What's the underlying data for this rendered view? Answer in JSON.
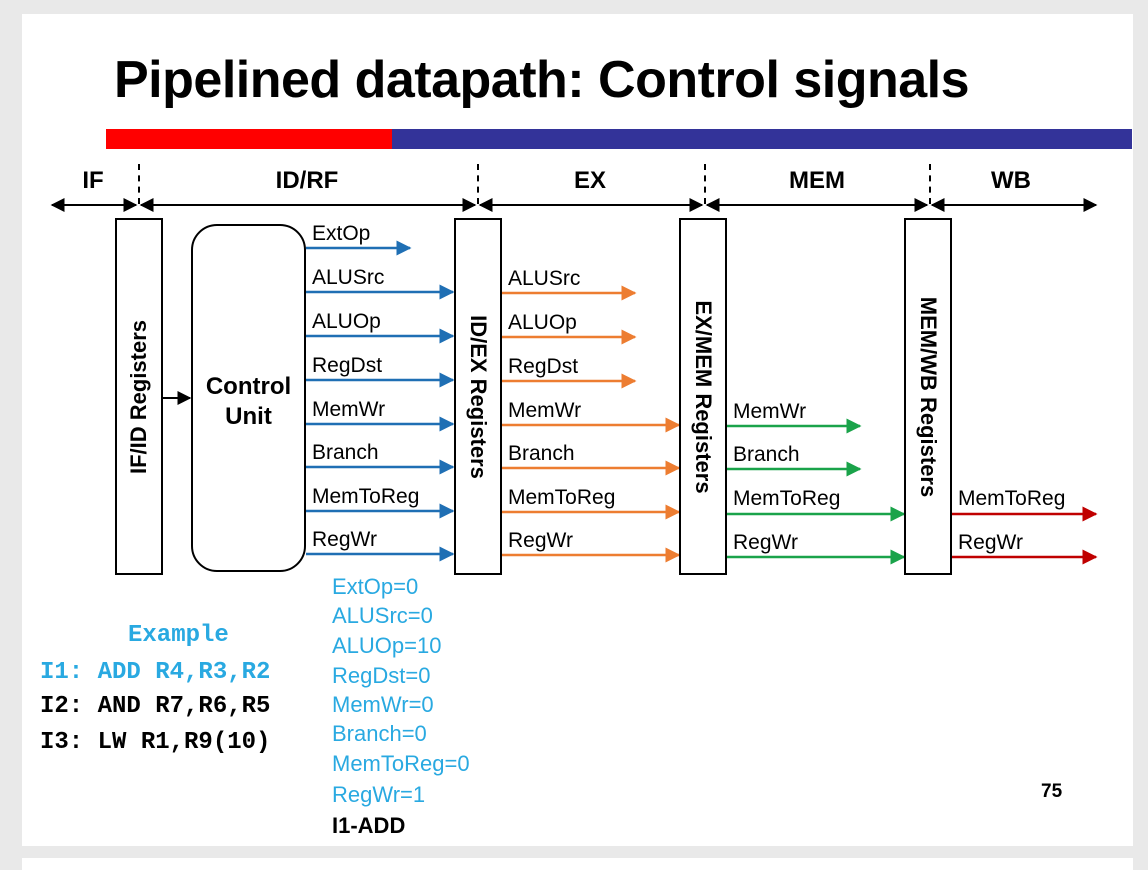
{
  "title": "Pipelined datapath: Control signals",
  "colors": {
    "bar_red": "#ff0000",
    "bar_blue": "#333399",
    "id_signals": "#1f6fb4",
    "ex_signals": "#ed7d31",
    "mem_signals": "#1aa34a",
    "wb_signals": "#c00000",
    "example": "#29a9e1"
  },
  "stages": [
    "IF",
    "ID/RF",
    "EX",
    "MEM",
    "WB"
  ],
  "registers": {
    "if_id": "IF/ID Registers",
    "id_ex": "ID/EX Registers",
    "ex_mem": "EX/MEM Registers",
    "mem_wb": "MEM/WB Registers"
  },
  "control_unit": {
    "line1": "Control",
    "line2": "Unit"
  },
  "id_signals": [
    "ExtOp",
    "ALUSrc",
    "ALUOp",
    "RegDst",
    "MemWr",
    "Branch",
    "MemToReg",
    "RegWr"
  ],
  "ex_signals": [
    "ALUSrc",
    "ALUOp",
    "RegDst",
    "MemWr",
    "Branch",
    "MemToReg",
    "RegWr"
  ],
  "mem_signals": [
    "MemWr",
    "Branch",
    "MemToReg",
    "RegWr"
  ],
  "wb_signals": [
    "MemToReg",
    "RegWr"
  ],
  "example": {
    "title": "Example",
    "instructions": [
      "I1: ADD R4,R3,R2",
      "I2: AND R7,R6,R5",
      "I3: LW R1,R9(10)"
    ]
  },
  "control_values": [
    "ExtOp=0",
    "ALUSrc=0",
    "ALUOp=10",
    "RegDst=0",
    "MemWr=0",
    "Branch=0",
    "MemToReg=0",
    "RegWr=1"
  ],
  "current_instruction": "I1-ADD",
  "page_number": "75"
}
